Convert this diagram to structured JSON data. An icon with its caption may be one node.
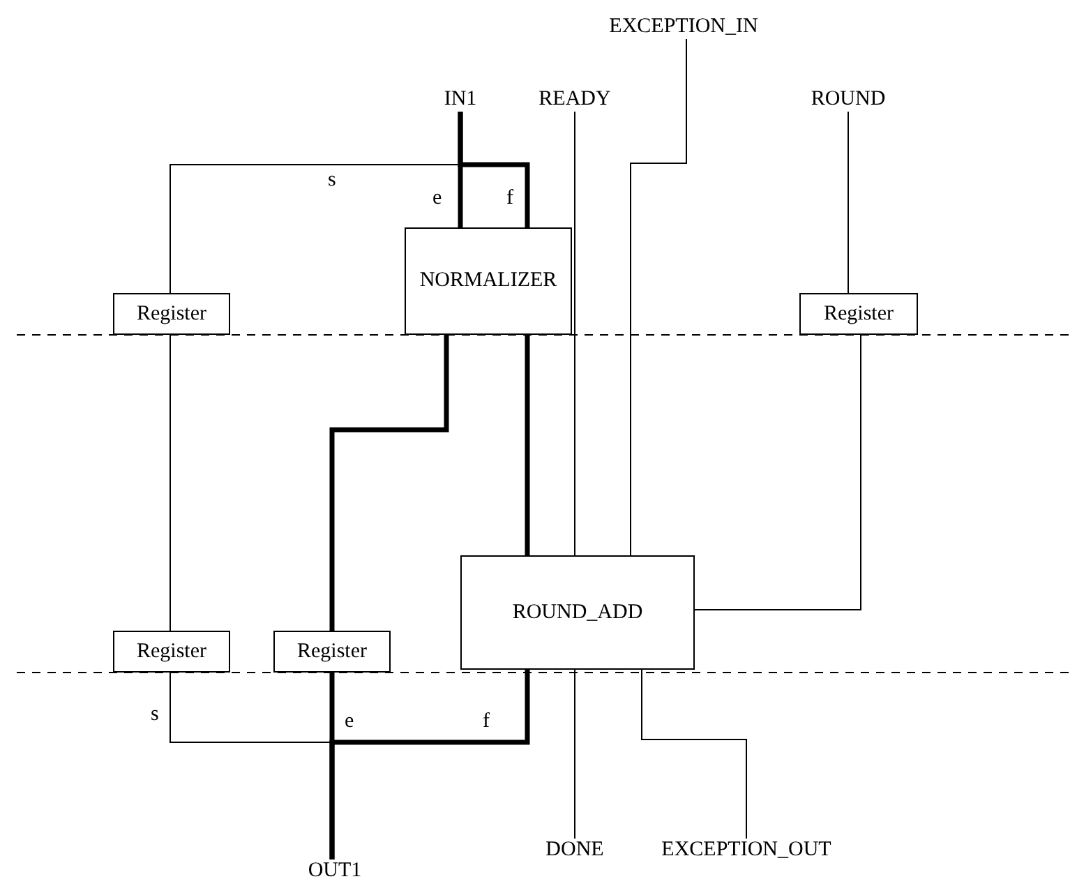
{
  "diagram": {
    "nodes": [
      {
        "text": [
          "IN1"
        ]
      },
      {
        "text": [
          "READY"
        ]
      },
      {
        "text": [
          "EXCEPTION_IN"
        ]
      },
      {
        "text": [
          "ROUND"
        ]
      },
      {
        "text": [
          "NORMALIZER"
        ]
      },
      {
        "text": [
          "Register"
        ]
      },
      {
        "text": [
          "Register"
        ]
      },
      {
        "text": [
          "ROUND_ADD"
        ]
      },
      {
        "text": [
          "Register"
        ]
      },
      {
        "text": [
          "Register"
        ]
      },
      {
        "text": [
          "OUT1"
        ]
      },
      {
        "text": [
          "DONE"
        ]
      },
      {
        "text": [
          "EXCEPTION_OUT"
        ]
      }
    ],
    "edges": [
      {
        "from": 0,
        "to": 4,
        "arrow": "none",
        "label": "e",
        "style": "thick"
      },
      {
        "from": 0,
        "to": 4,
        "arrow": "none",
        "label": "f",
        "style": "thick"
      },
      {
        "from": 0,
        "to": 5,
        "arrow": "none",
        "label": "s"
      },
      {
        "from": 1,
        "to": 7,
        "arrow": "none"
      },
      {
        "from": 2,
        "to": 7,
        "arrow": "none"
      },
      {
        "from": 3,
        "to": 6,
        "arrow": "none"
      },
      {
        "from": 6,
        "to": 7,
        "arrow": "none"
      },
      {
        "from": 5,
        "to": 8,
        "arrow": "none"
      },
      {
        "from": 4,
        "to": 9,
        "arrow": "none",
        "style": "thick"
      },
      {
        "from": 4,
        "to": 7,
        "arrow": "none",
        "style": "thick"
      },
      {
        "from": 9,
        "to": 10,
        "arrow": "none",
        "label": "e",
        "style": "thick"
      },
      {
        "from": 7,
        "to": 10,
        "arrow": "none",
        "label": "f",
        "style": "thick"
      },
      {
        "from": 8,
        "to": 10,
        "arrow": "none",
        "label": "s"
      },
      {
        "from": 7,
        "to": 11,
        "arrow": "none"
      },
      {
        "from": 7,
        "to": 12,
        "arrow": "none"
      }
    ]
  }
}
